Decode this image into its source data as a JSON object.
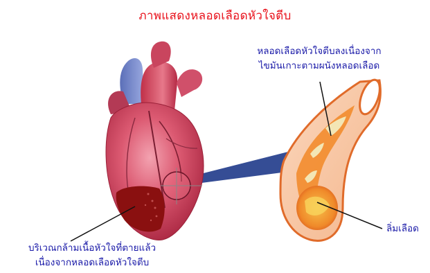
{
  "title": "ภาพแสดงหลอดเลือดหัวใจตีบ",
  "labels": {
    "narrowed_artery": [
      "หลอดเลือดหัวใจตีบลงเนื่องจาก",
      "ไขมันเกาะตามผนังหลอดเลือด"
    ],
    "blood_clot": "ลิ่มเลือด",
    "dead_muscle": [
      "บริเวณกล้ามเนื้อหัวใจที่ตายแล้ว",
      "เนื่องจากหลอดเลือดหัวใจตีบ"
    ]
  },
  "colors": {
    "title": "#e8101a",
    "label_text": "#1a1aa8",
    "heart_base": "#d84a63",
    "dead_area": "#8a1010",
    "artery_wall": "#f7c9a6",
    "artery_lumen": "#f5a94e",
    "plaque": "#f1e2a8",
    "connector": "#1f3a8a"
  }
}
